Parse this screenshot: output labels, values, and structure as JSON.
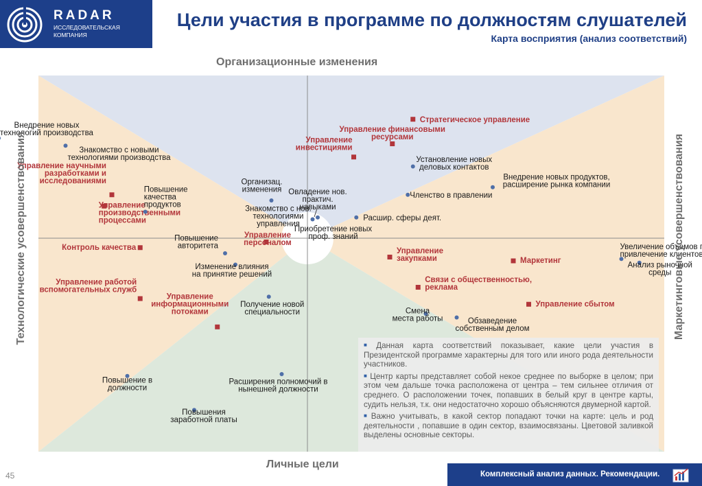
{
  "header": {
    "logo_name": "RADAR",
    "logo_sub_line1": "ИССЛЕДОВАТЕЛЬСКАЯ",
    "logo_sub_line2": "КОМПАНИЯ",
    "title": "Цели участия в программе по должностям слушателей",
    "subtitle": "Карта восприятия (анализ соответствий)"
  },
  "colors": {
    "header_blue": "#1d3f8a",
    "title_blue": "#1f3f86",
    "sector_top": "#dde3ef",
    "sector_bottom": "#dde8dc",
    "sector_sides": "#f9e6cd",
    "target_marker": "#b2363b",
    "target_label": "#b2363b",
    "position_marker": "#4f6fa8",
    "position_label": "#1a1a1a"
  },
  "chart_data": {
    "type": "scatter",
    "title": "Карта восприятия (анализ соответствий)",
    "axes": {
      "top": "Организационные изменения",
      "bottom": "Личные цели",
      "left": "Технологические усовершенствования",
      "right": "Маркетинговые усовершенствования"
    },
    "grid": false,
    "series": [
      {
        "name": "Цели участия",
        "marker": "square",
        "points": [
          {
            "label": [
              "Стратегическое управление"
            ],
            "x": 0.41,
            "y": 0.63
          },
          {
            "label": [
              "Управление финансовыми",
              "ресурсами"
            ],
            "x": 0.33,
            "y": 0.5
          },
          {
            "label": [
              "Управление",
              "инвестициями"
            ],
            "x": 0.18,
            "y": 0.43
          },
          {
            "label": [
              "Управление научными",
              "разработками и",
              "исследованиями"
            ],
            "x": -0.76,
            "y": 0.23
          },
          {
            "label": [
              "Управление",
              "производственными",
              "процессами"
            ],
            "x": -0.79,
            "y": 0.17
          },
          {
            "label": [
              "Контроль качества"
            ],
            "x": -0.65,
            "y": -0.05
          },
          {
            "label": [
              "Управление",
              "персоналом"
            ],
            "x": -0.16,
            "y": -0.02
          },
          {
            "label": [
              "Управление",
              "закупками"
            ],
            "x": 0.32,
            "y": -0.1
          },
          {
            "label": [
              "Маркетинг"
            ],
            "x": 0.8,
            "y": -0.12
          },
          {
            "label": [
              "Связи с общественностью,",
              "реклама"
            ],
            "x": 0.43,
            "y": -0.26
          },
          {
            "label": [
              "Управление сбытом"
            ],
            "x": 0.86,
            "y": -0.35
          },
          {
            "label": [
              "Управление работой",
              "вспомогательных служб"
            ],
            "x": -0.65,
            "y": -0.32
          },
          {
            "label": [
              "Управление",
              "информационными",
              "потоками"
            ],
            "x": -0.35,
            "y": -0.47
          }
        ]
      },
      {
        "name": "Должности слушателей",
        "marker": "circle",
        "points": [
          {
            "label": [
              "Внедрение новых",
              "технологий производства"
            ],
            "x": -1.2,
            "y": 0.53
          },
          {
            "label": [
              "Знакомство с новыми",
              "технологиями производства"
            ],
            "x": -0.94,
            "y": 0.49
          },
          {
            "label": [
              "Установление новых",
              "деловых контактов"
            ],
            "x": 0.41,
            "y": 0.38
          },
          {
            "label": [
              "Внедрение новых продуктов,",
              "расширение рынка компании"
            ],
            "x": 0.72,
            "y": 0.27
          },
          {
            "label": [
              "Организац.",
              "изменения"
            ],
            "x": -0.14,
            "y": 0.2
          },
          {
            "label": [
              "Членство в правлении"
            ],
            "x": 0.39,
            "y": 0.23
          },
          {
            "label": [
              "Овладение нов.",
              "практич.",
              "навыками"
            ],
            "x": 0.04,
            "y": 0.11
          },
          {
            "label": [
              "Знакомство с нов.",
              "технологиями",
              "управления"
            ],
            "x": 0.02,
            "y": 0.1
          },
          {
            "label": [
              "Расшир. сферы деят."
            ],
            "x": 0.19,
            "y": 0.11
          },
          {
            "label": [
              "Повышение",
              "качества",
              "продуктов"
            ],
            "x": -0.63,
            "y": 0.14
          },
          {
            "label": [
              "Повышение",
              "авторитета"
            ],
            "x": -0.32,
            "y": -0.08
          },
          {
            "label": [
              "Изменение влияния",
              "на принятие решений"
            ],
            "x": -0.28,
            "y": -0.14
          },
          {
            "label": [
              "Увеличение объемов продаж,",
              "привлечение клиентов"
            ],
            "x": 1.22,
            "y": -0.11
          },
          {
            "label": [
              "Анализ рыночной",
              "среды"
            ],
            "x": 1.29,
            "y": -0.13
          },
          {
            "label": [
              "Получение новой",
              "специальности"
            ],
            "x": -0.15,
            "y": -0.31
          },
          {
            "label": [
              "Смена",
              "места работы"
            ],
            "x": 0.46,
            "y": -0.4
          },
          {
            "label": [
              "Обзаведение",
              "собственным делом"
            ],
            "x": 0.58,
            "y": -0.42
          },
          {
            "label": [
              "Повышение в",
              "должности"
            ],
            "x": -0.7,
            "y": -0.73
          },
          {
            "label": [
              "Расширения полномочий в",
              "нынешней должности"
            ],
            "x": -0.1,
            "y": -0.72
          },
          {
            "label": [
              "Повышения",
              "заработной платы"
            ],
            "x": -0.44,
            "y": -0.91
          }
        ]
      }
    ],
    "extra_labels": [
      {
        "label": [
          "Приобретение новых",
          "проф. знаний"
        ],
        "x": 0.1,
        "y": 0.0
      }
    ]
  },
  "note": {
    "paragraphs": [
      "Данная карта соответствий показывает, какие цели участия в Президентской программе характерны для того или иного рода деятельности участников.",
      "Центр карты представляет собой некое среднее по выборке в целом; при этом чем дальше точка расположена от центра – тем сильнее отличия от среднего. О расположении точек, попавших в белый круг в центре карты, судить нельзя, т.к. они недостаточно хорошо объясняются двумерной картой.",
      "Важно учитывать, в какой сектор попадают точки на карте: цель и род деятельности , попавшие в один сектор, взаимосвязаны. Цветовой заливкой выделены основные секторы."
    ]
  },
  "footer": {
    "page_number": "45",
    "text": "Комплексный анализ данных. Рекомендации."
  }
}
